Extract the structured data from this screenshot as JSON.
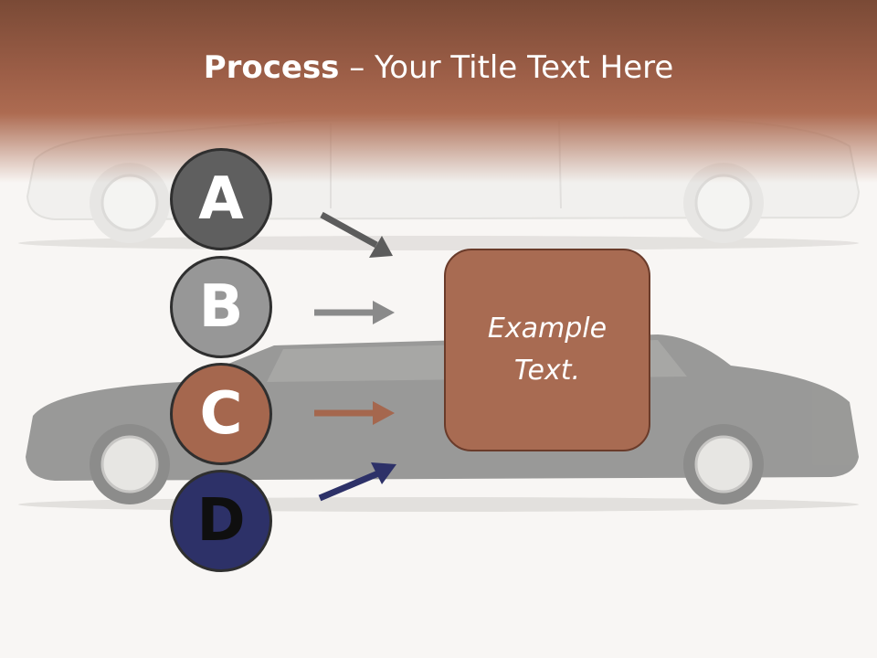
{
  "slide": {
    "title_bold": "Process",
    "title_rest": " – Your Title Text Here"
  },
  "steps": [
    {
      "label": "A",
      "color": "#5f5f5f"
    },
    {
      "label": "B",
      "color": "#979797"
    },
    {
      "label": "C",
      "color": "#a5674e"
    },
    {
      "label": "D",
      "color": "#2d3168"
    }
  ],
  "arrow_colors": [
    "#5c5c5c",
    "#8a8a8a",
    "#a5674e",
    "#2d3168"
  ],
  "box": {
    "text": "Example\nText.",
    "color": "#a86b52"
  },
  "colors": {
    "header": "#9c5e47",
    "background": "#f8f6f4"
  }
}
